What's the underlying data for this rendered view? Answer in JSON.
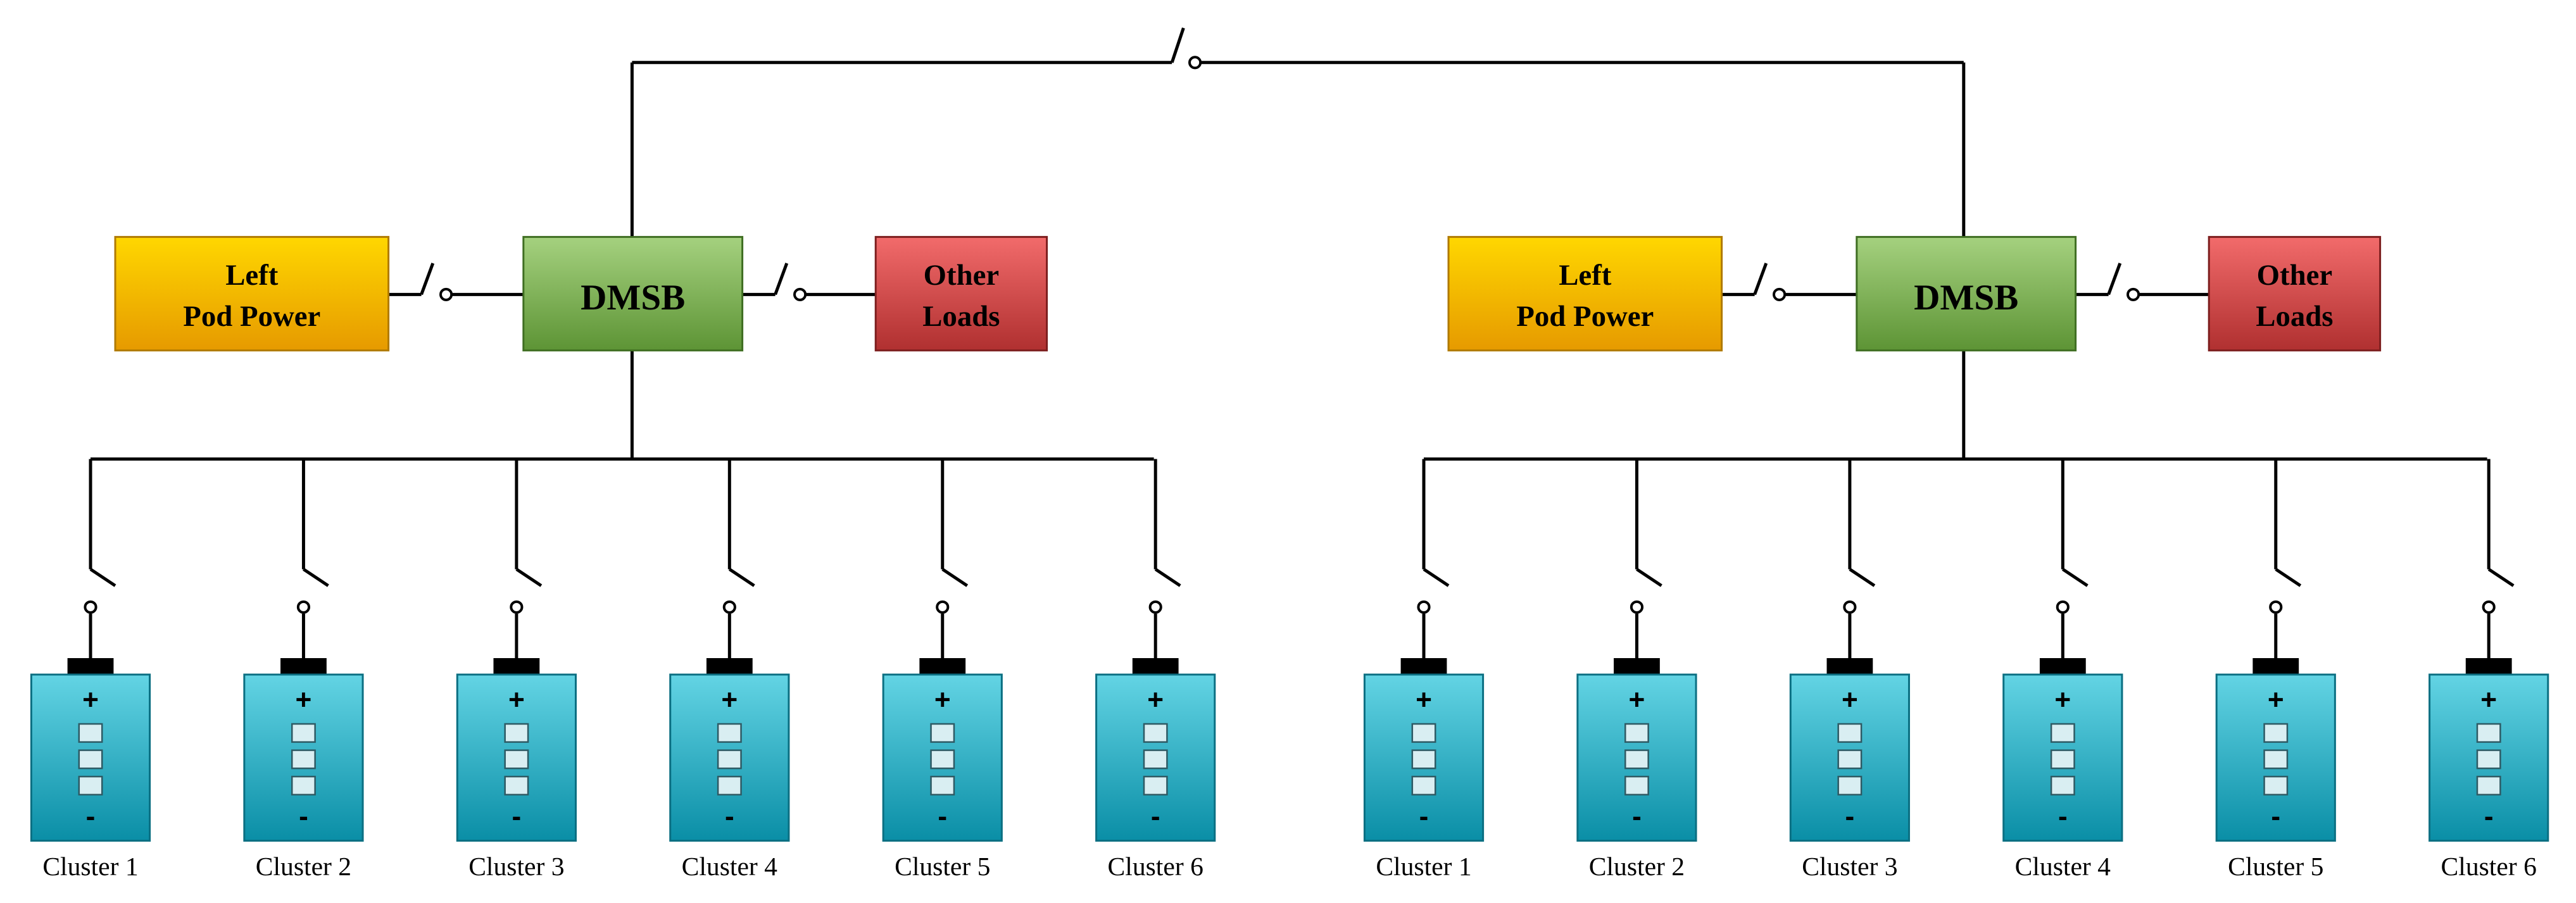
{
  "groups": [
    {
      "pod_power": [
        "Left",
        "Pod Power"
      ],
      "dmsb": "DMSB",
      "other_loads": [
        "Other",
        "Loads"
      ],
      "clusters": [
        "Cluster 1",
        "Cluster 2",
        "Cluster 3",
        "Cluster 4",
        "Cluster 5",
        "Cluster 6"
      ]
    },
    {
      "pod_power": [
        "Left",
        "Pod Power"
      ],
      "dmsb": "DMSB",
      "other_loads": [
        "Other",
        "Loads"
      ],
      "clusters": [
        "Cluster 1",
        "Cluster 2",
        "Cluster 3",
        "Cluster 4",
        "Cluster 5",
        "Cluster 6"
      ]
    }
  ],
  "battery_symbols": {
    "plus": "+",
    "minus": "-"
  },
  "colors": {
    "pod_power_top": "#ffd700",
    "pod_power_bottom": "#e69a00",
    "dmsb_top": "#a5d17f",
    "dmsb_bottom": "#5d9435",
    "other_loads_top": "#f26b6b",
    "other_loads_bottom": "#b03030",
    "battery_top": "#63d4e4",
    "battery_bottom": "#0a8ea6",
    "battery_cell": "#d9eef2",
    "wire": "#000000"
  }
}
